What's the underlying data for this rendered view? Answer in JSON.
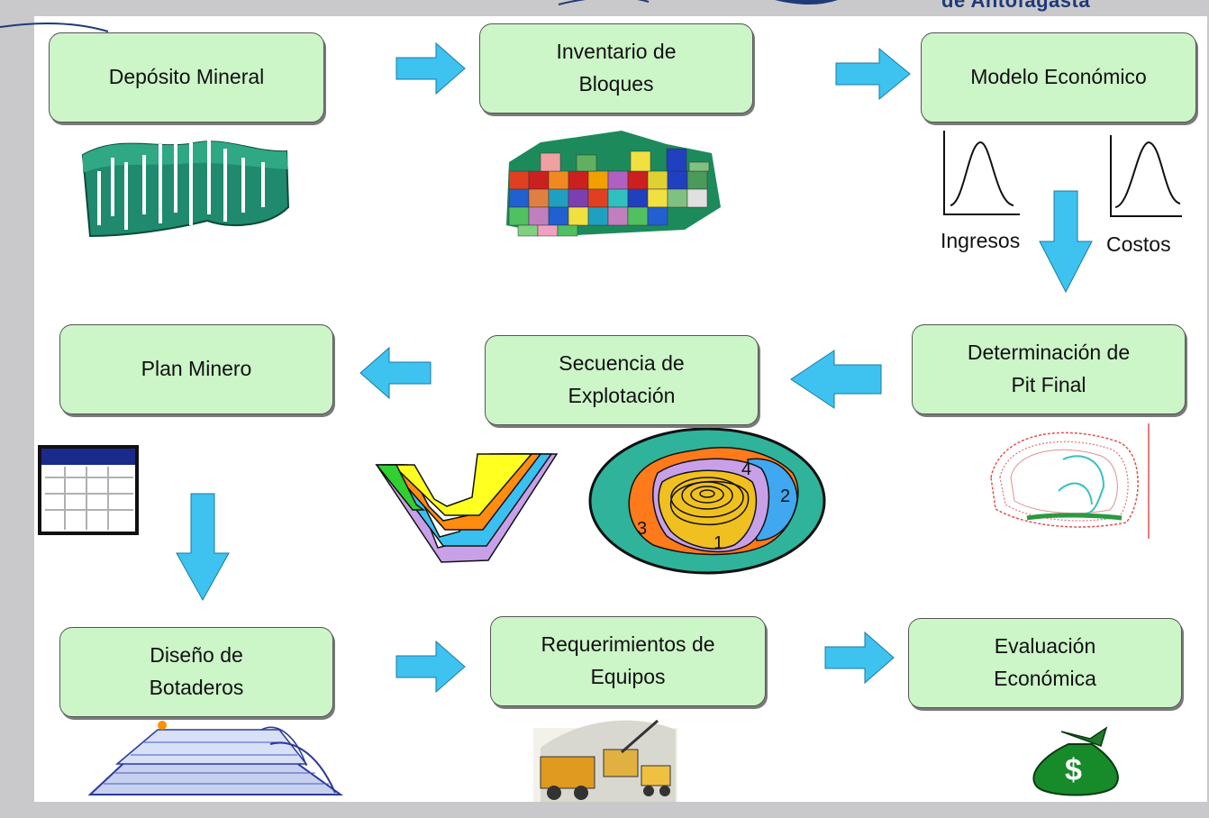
{
  "header": {
    "institution_fragment": "de Antofagasta"
  },
  "steps": {
    "deposito": "Depósito Mineral",
    "inventario_1": "Inventario de",
    "inventario_2": "Bloques",
    "modelo": "Modelo Económico",
    "determinacion_1": "Determinación de",
    "determinacion_2": "Pit Final",
    "secuencia_1": "Secuencia de",
    "secuencia_2": "Explotación",
    "plan": "Plan Minero",
    "botaderos_1": "Diseño de",
    "botaderos_2": "Botaderos",
    "equipos_1": "Requerimientos de",
    "equipos_2": "Equipos",
    "evaluacion_1": "Evaluación",
    "evaluacion_2": "Económica"
  },
  "curves": {
    "ingresos": "Ingresos",
    "costos": "Costos"
  },
  "pit_phases": [
    "1",
    "2",
    "3",
    "4"
  ],
  "money_symbol": "$",
  "colors": {
    "box_fill": "#ccf5c8",
    "arrow": "#3ec3f0",
    "header": "#1f3a78"
  }
}
